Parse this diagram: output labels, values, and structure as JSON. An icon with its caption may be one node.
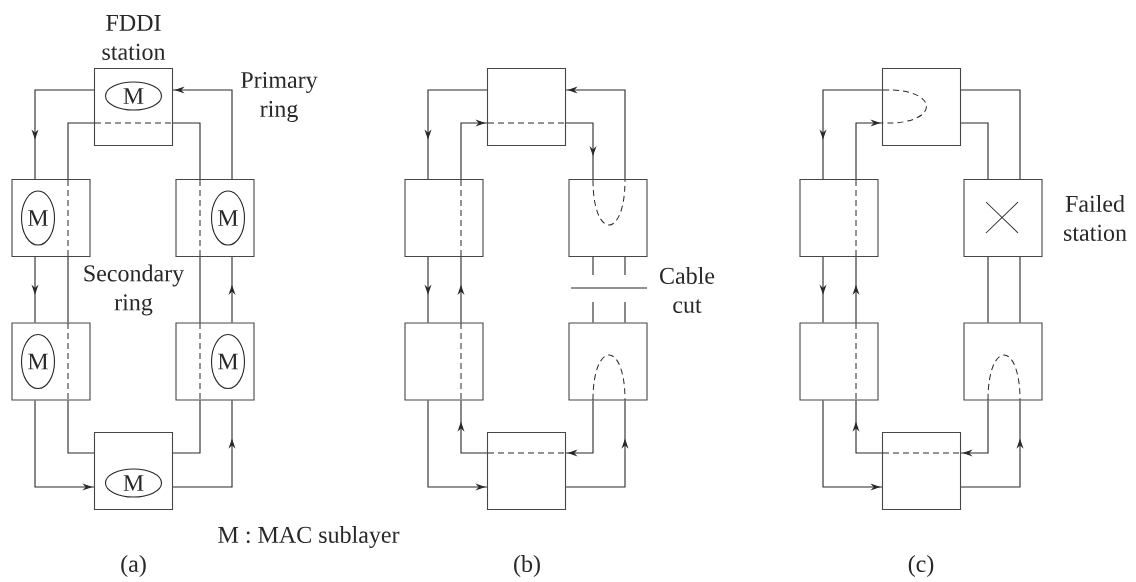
{
  "diagram": {
    "nodes": [
      {
        "text": [
          "FDDI station"
        ]
      },
      {
        "text": [
          "M"
        ],
        "in": 0
      },
      {
        "text": [],
        "shape": "box"
      },
      {
        "text": [
          "M"
        ],
        "in": 2
      },
      {
        "text": [],
        "shape": "box"
      },
      {
        "text": [
          "M"
        ],
        "in": 4
      },
      {
        "text": [],
        "shape": "box"
      },
      {
        "text": [
          "M"
        ],
        "in": 6
      },
      {
        "text": [],
        "shape": "box"
      },
      {
        "text": [
          "M"
        ],
        "in": 8
      },
      {
        "text": [],
        "shape": "box"
      },
      {
        "text": [
          "M"
        ],
        "in": 10
      },
      {
        "text": [],
        "shape": "box"
      },
      {
        "text": [],
        "shape": "box"
      },
      {
        "text": [],
        "shape": "box"
      },
      {
        "text": [],
        "shape": "box"
      },
      {
        "text": [],
        "shape": "box"
      },
      {
        "text": [],
        "shape": "box"
      },
      {
        "text": [],
        "shape": "box"
      },
      {
        "text": [],
        "shape": "box"
      },
      {
        "text": [],
        "shape": "box",
        "beside": [
          "Failed station"
        ]
      },
      {
        "text": [],
        "shape": "box"
      },
      {
        "text": [],
        "shape": "box"
      },
      {
        "text": [],
        "shape": "box"
      }
    ],
    "edges": [
      {
        "from": 0,
        "to": 2,
        "arrow": "to"
      },
      {
        "from": 2,
        "to": 6,
        "arrow": "to"
      },
      {
        "from": 6,
        "to": 10,
        "arrow": "to"
      },
      {
        "from": 10,
        "to": 8,
        "arrow": "to"
      },
      {
        "from": 8,
        "to": 4,
        "arrow": "to"
      },
      {
        "from": 4,
        "to": 0,
        "arrow": "to"
      },
      {
        "from": 0,
        "to": 2,
        "arrow": "none"
      },
      {
        "from": 2,
        "to": 6,
        "arrow": "none"
      },
      {
        "from": 6,
        "to": 10,
        "arrow": "none"
      },
      {
        "from": 10,
        "to": 8,
        "arrow": "none"
      },
      {
        "from": 8,
        "to": 4,
        "arrow": "none"
      },
      {
        "from": 4,
        "to": 0,
        "arrow": "none"
      },
      {
        "from": 12,
        "to": 13,
        "arrow": "to"
      },
      {
        "from": 13,
        "to": 15,
        "arrow": "to"
      },
      {
        "from": 15,
        "to": 17,
        "arrow": "to"
      },
      {
        "from": 17,
        "to": 16,
        "arrow": "to"
      },
      {
        "from": 14,
        "to": 12,
        "arrow": "to"
      },
      {
        "from": 14,
        "to": null,
        "arrow": "none"
      },
      {
        "from": 16,
        "to": null,
        "arrow": "none"
      },
      {
        "from": 12,
        "to": 14,
        "arrow": "to"
      },
      {
        "from": 13,
        "to": 12,
        "arrow": "to"
      },
      {
        "from": 15,
        "to": 13,
        "arrow": "to"
      },
      {
        "from": 17,
        "to": 15,
        "arrow": "to"
      },
      {
        "from": 16,
        "to": 17,
        "arrow": "to"
      },
      {
        "from": 14,
        "to": null,
        "arrow": "none"
      },
      {
        "from": 16,
        "to": null,
        "arrow": "none"
      },
      {
        "from": 18,
        "to": 19,
        "arrow": "to"
      },
      {
        "from": 19,
        "to": 21,
        "arrow": "to"
      },
      {
        "from": 21,
        "to": 23,
        "arrow": "to"
      },
      {
        "from": 23,
        "to": 22,
        "arrow": "to"
      },
      {
        "from": 22,
        "to": 20,
        "arrow": "none"
      },
      {
        "from": 20,
        "to": 18,
        "arrow": "none"
      },
      {
        "from": 19,
        "to": 18,
        "arrow": "to"
      },
      {
        "from": 21,
        "to": 19,
        "arrow": "to"
      },
      {
        "from": 23,
        "to": 21,
        "arrow": "to"
      },
      {
        "from": 22,
        "to": 23,
        "arrow": "to"
      },
      {
        "from": 20,
        "to": 18,
        "arrow": "none"
      },
      {
        "from": 22,
        "to": 20,
        "arrow": "none"
      }
    ],
    "labels": [
      "Primary ring",
      "Secondary ring",
      "Cable cut",
      "M : MAC sublayer",
      "(a)",
      "(b)",
      "(c)"
    ]
  }
}
